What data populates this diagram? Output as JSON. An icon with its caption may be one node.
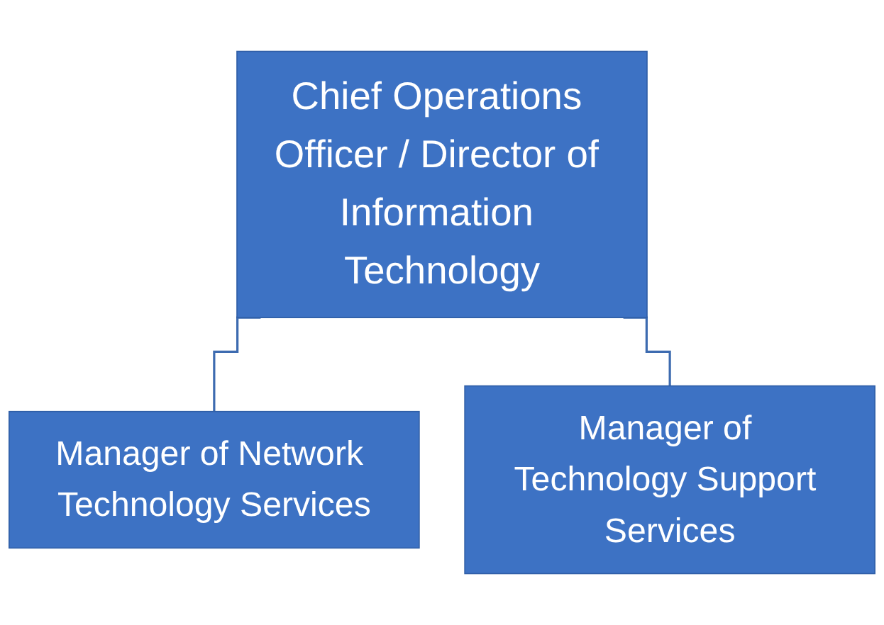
{
  "diagram": {
    "nodes": [
      {
        "text": [
          "Chief Operations Officer / Director of Information Technology"
        ]
      },
      {
        "text": [
          "Manager of Network Technology Services"
        ]
      },
      {
        "text": [
          "Manager of Technology Support Services"
        ]
      }
    ],
    "edges": [
      {
        "from": 0,
        "to": 1,
        "arrow": "none"
      },
      {
        "from": 0,
        "to": 2,
        "arrow": "none"
      }
    ]
  }
}
